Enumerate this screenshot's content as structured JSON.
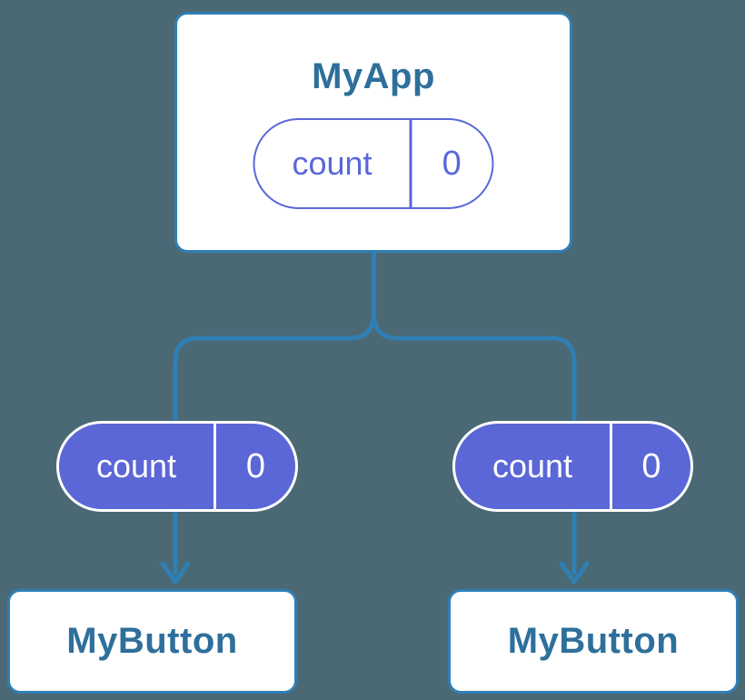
{
  "colors": {
    "background": "#4B6974",
    "connector_blue": "#2F7FB5",
    "component_title": "#2E6F9B",
    "pill_fill_purple": "#5B67D6",
    "pill_outline_purple": "#5A67D9",
    "white": "#FFFFFF"
  },
  "root_component": {
    "title": "MyApp",
    "state_pill": {
      "name": "count",
      "value": "0"
    }
  },
  "prop_pills": [
    {
      "name": "count",
      "value": "0"
    },
    {
      "name": "count",
      "value": "0"
    }
  ],
  "child_components": [
    {
      "title": "MyButton"
    },
    {
      "title": "MyButton"
    }
  ]
}
